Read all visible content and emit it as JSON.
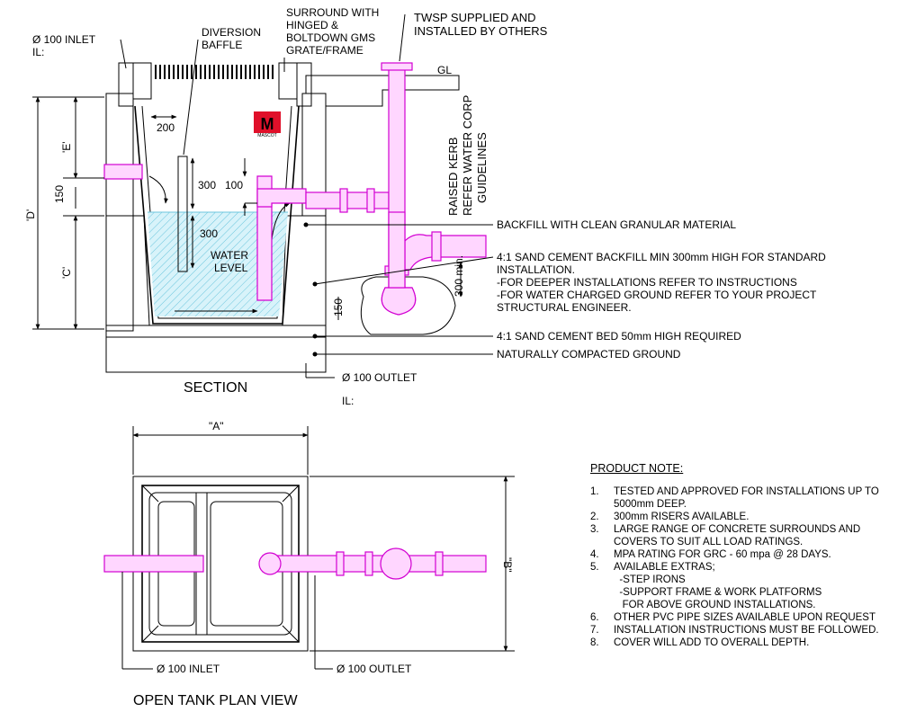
{
  "section": {
    "title": "SECTION",
    "inlet_label": "Ø 100 INLET",
    "inlet_il": "IL:",
    "outlet_label": "Ø 100 OUTLET",
    "outlet_il": "IL:",
    "baffle_label_1": "DIVERSION",
    "baffle_label_2": "BAFFLE",
    "surround_1": "SURROUND WITH",
    "surround_2": "HINGED &",
    "surround_3": "BOLTDOWN GMS",
    "surround_4": "GRATE/FRAME",
    "twsp_1": "TWSP SUPPLIED AND",
    "twsp_2": "INSTALLED BY OTHERS",
    "gl": "GL",
    "kerb_1": "RAISED KERB",
    "kerb_2": "REFER WATER CORP",
    "kerb_3": "GUIDELINES",
    "water_1": "WATER",
    "water_2": "LEVEL",
    "logo_letter": "M",
    "logo_text": "MASCOT",
    "dims": {
      "d200": "200",
      "d300a": "300",
      "d100": "100",
      "d300b": "300",
      "d150a": "150",
      "d150b": "150",
      "d300min": "300 min.",
      "E": "'E'",
      "D": "'D'",
      "C": "'C'"
    },
    "callouts": {
      "backfill": "BACKFILL WITH CLEAN GRANULAR MATERIAL",
      "sand_1": "4:1 SAND CEMENT BACKFILL MIN 300mm HIGH FOR STANDARD",
      "sand_2": "INSTALLATION.",
      "sand_3": "-FOR DEEPER INSTALLATIONS REFER TO INSTRUCTIONS",
      "sand_4": "-FOR WATER CHARGED GROUND REFER TO YOUR PROJECT",
      "sand_5": "STRUCTURAL ENGINEER.",
      "bed": "4:1 SAND CEMENT BED 50mm HIGH REQUIRED",
      "ground": "NATURALLY COMPACTED GROUND"
    }
  },
  "plan": {
    "title": "OPEN TANK PLAN VIEW",
    "dim_a": "\"A\"",
    "dim_b": "\"B\"",
    "inlet": "Ø 100 INLET",
    "outlet": "Ø 100 OUTLET"
  },
  "notes": {
    "heading": "PRODUCT NOTE:",
    "items": [
      {
        "num": "1.",
        "text": "TESTED AND APPROVED FOR INSTALLATIONS UP TO\n5000mm DEEP."
      },
      {
        "num": "2.",
        "text": "300mm RISERS AVAILABLE."
      },
      {
        "num": "3.",
        "text": "LARGE RANGE OF CONCRETE SURROUNDS AND\nCOVERS TO SUIT ALL LOAD RATINGS."
      },
      {
        "num": "4.",
        "text": "MPA RATING FOR GRC - 60 mpa @ 28 DAYS."
      },
      {
        "num": "5.",
        "text": "AVAILABLE EXTRAS;\n  -STEP IRONS\n  -SUPPORT FRAME & WORK PLATFORMS\n   FOR ABOVE GROUND INSTALLATIONS."
      },
      {
        "num": "6.",
        "text": "OTHER PVC PIPE SIZES AVAILABLE UPON REQUEST"
      },
      {
        "num": "7.",
        "text": "INSTALLATION INSTRUCTIONS MUST BE FOLLOWED."
      },
      {
        "num": "8.",
        "text": "COVER WILL ADD TO OVERALL DEPTH."
      }
    ]
  },
  "colors": {
    "pipe_stroke": "#d200d2",
    "pipe_fill": "#ffd6ff",
    "water_hatch": "#7fd3e6",
    "logo": "#e0102a"
  }
}
